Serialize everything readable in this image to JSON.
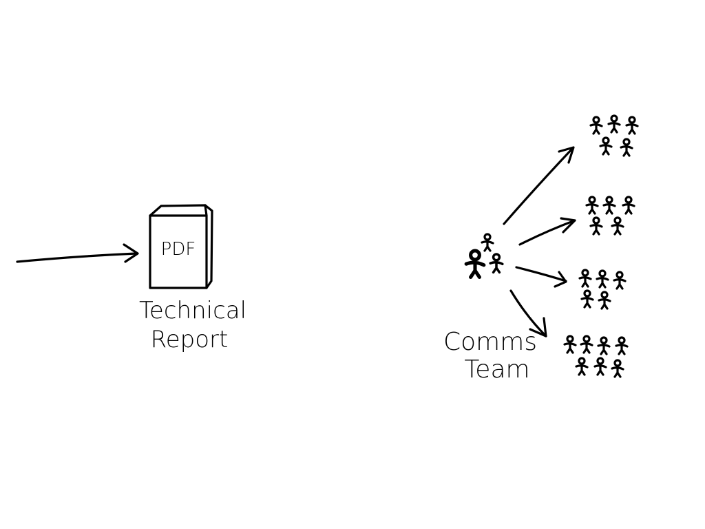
{
  "document": {
    "pdf_label": "PDF",
    "report_label_line1": "Technical",
    "report_label_line2": "Report",
    "team_label_line1": "Comms",
    "team_label_line2": "Team"
  },
  "audience_groups": [
    {
      "people": 5
    },
    {
      "people": 5
    },
    {
      "people": 5
    },
    {
      "people": 7
    }
  ],
  "comms_team_people": 3,
  "colors": {
    "ink": "#000000",
    "background": "#ffffff"
  }
}
